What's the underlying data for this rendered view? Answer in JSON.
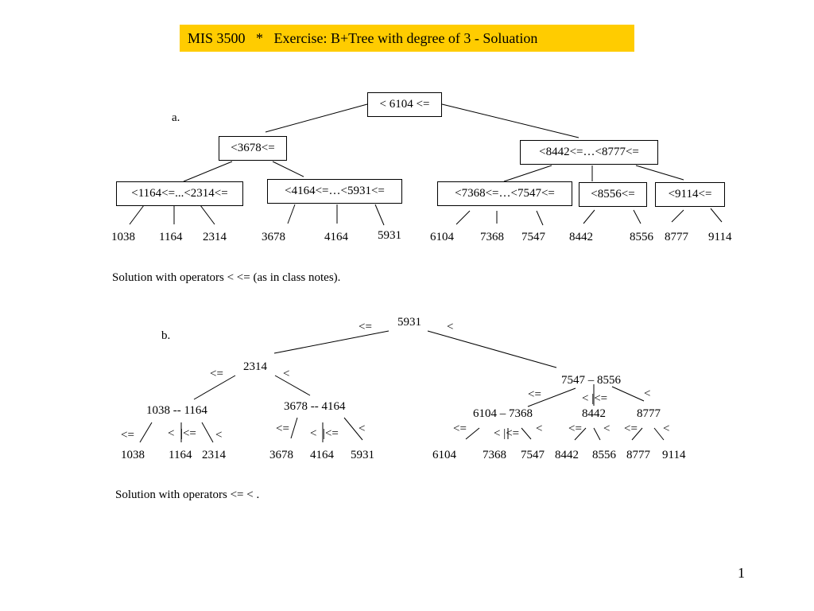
{
  "title": "MIS 3500   *   Exercise: B+Tree with degree of 3 - Soluation",
  "page_number": "1",
  "part_a": {
    "label": "a.",
    "caption": "Solution with operators < <= (as in class notes).",
    "nodes": {
      "root": "< 6104 <=",
      "left": "<3678<=",
      "right": "<8442<=…<8777<=",
      "ll": "<1164<=...<2314<=",
      "lr": "<4164<=…<5931<=",
      "rl": "<7368<=…<7547<=",
      "rm": "<8556<=",
      "rr": "<9114<="
    },
    "leaves": [
      "1038",
      "1164",
      "2314",
      "3678",
      "4164",
      "5931",
      "6104",
      "7368",
      "7547",
      "8442",
      "8556",
      "8777",
      "9114"
    ]
  },
  "part_b": {
    "label": "b.",
    "caption": "Solution with operators <= < .",
    "nodes": {
      "root": "5931",
      "left": "2314",
      "right": "7547 – 8556",
      "ll": "1038 -- 1164",
      "lr": "3678 -- 4164",
      "rl": "6104 – 7368",
      "rm": "8442",
      "rr": "8777"
    },
    "ops": {
      "le": "<=",
      "lt": "<",
      "lt_le": "< |<=",
      "lt_le_sp": "<  |<="
    },
    "leaves": [
      "1038",
      "1164",
      "2314",
      "3678",
      "4164",
      "5931",
      "6104",
      "7368",
      "7547",
      "8442",
      "8556",
      "8777",
      "9114"
    ]
  }
}
